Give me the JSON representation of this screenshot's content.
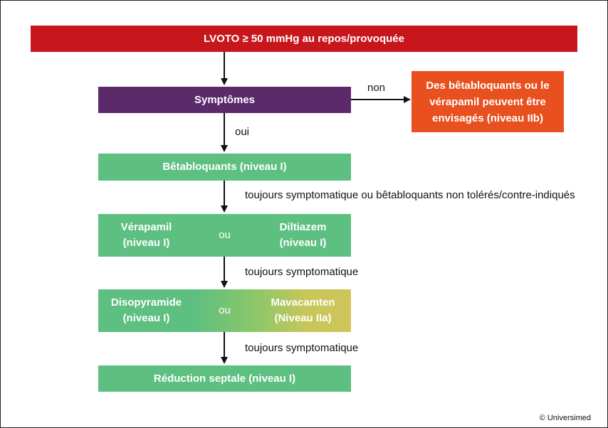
{
  "start": "LVOTO ≥ 50 mmHg au repos/provoquée",
  "symptoms": "Symptômes",
  "no_label": "non",
  "yes_label": "oui",
  "no_outcome": "Des bêtabloquants ou le vérapamil peuvent être envisagés (niveau IIb)",
  "step1": "Bêtabloquants (niveau I)",
  "note1": "toujours symptomatique ou bêtabloquants non tolérés/contre-indiqués",
  "step2": {
    "left_line1": "Vérapamil",
    "left_line2": "(niveau I)",
    "or": "ou",
    "right_line1": "Diltiazem",
    "right_line2": "(niveau I)"
  },
  "note2": "toujours symptomatique",
  "step3": {
    "left_line1": "Disopyramide",
    "left_line2": "(niveau I)",
    "or": "ou",
    "right_line1": "Mavacamten",
    "right_line2": "(Niveau IIa)"
  },
  "note3": "toujours symptomatique",
  "step4": "Réduction septale (niveau I)",
  "copyright": "© Universimed",
  "colors": {
    "start": "#c8161d",
    "symptoms": "#5a2a6b",
    "no_outcome": "#e8501f",
    "steps": "#5dbf80",
    "mavacamten": "#cfc55a"
  }
}
